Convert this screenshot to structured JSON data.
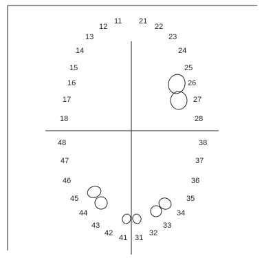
{
  "chart_data": {
    "type": "scatter",
    "diagram": "dental-chart",
    "labels": {
      "upper_right": [
        "11",
        "12",
        "13",
        "14",
        "15",
        "16",
        "17",
        "18"
      ],
      "upper_left": [
        "21",
        "22",
        "23",
        "24",
        "25",
        "26",
        "27",
        "28"
      ],
      "lower_left": [
        "31",
        "32",
        "33",
        "34",
        "35",
        "36",
        "37",
        "38"
      ],
      "lower_right": [
        "41",
        "42",
        "43",
        "44",
        "45",
        "46",
        "47",
        "48"
      ]
    },
    "marked_teeth": [
      "26",
      "27",
      "31",
      "33",
      "34",
      "41",
      "44",
      "45"
    ],
    "colors": {
      "ink": "#222222",
      "background": "#ffffff"
    }
  }
}
